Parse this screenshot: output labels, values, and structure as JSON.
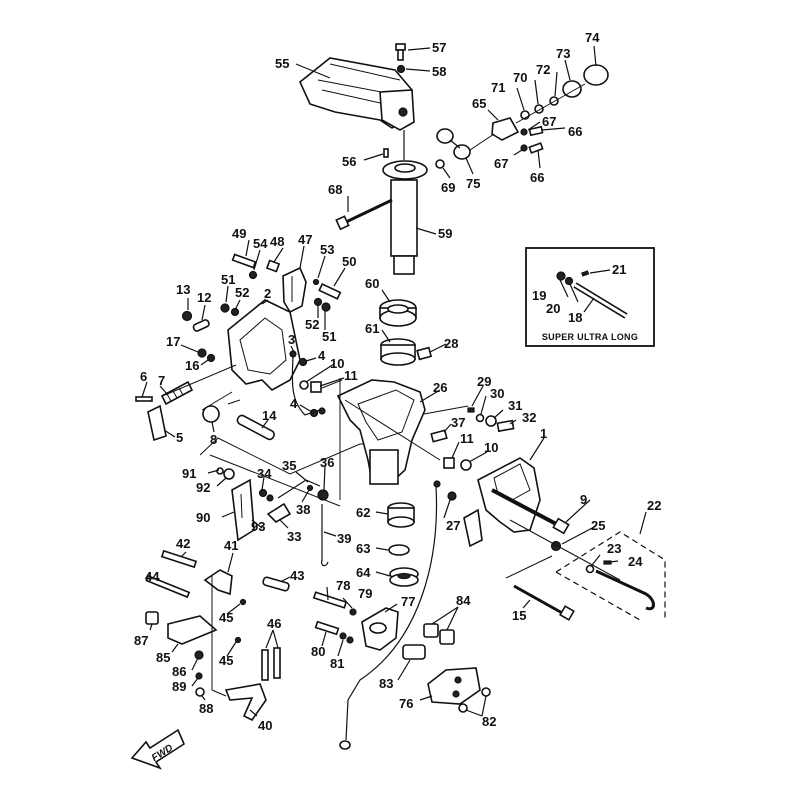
{
  "diagram": {
    "title": "Bracket assembly exploded parts diagram",
    "inset_box": {
      "caption": "SUPER ULTRA LONG",
      "parts": [
        "18",
        "19",
        "20",
        "21"
      ]
    },
    "direction_marker": {
      "text": "FWD",
      "icon": "arrow-left-icon"
    },
    "labels": {
      "p1": "1",
      "p2": "2",
      "p3": "3",
      "p4a": "4",
      "p4b": "4",
      "p5": "5",
      "p6": "6",
      "p7": "7",
      "p8": "8",
      "p9": "9",
      "p10a": "10",
      "p10b": "10",
      "p11a": "11",
      "p11b": "11",
      "p12": "12",
      "p13": "13",
      "p14": "14",
      "p15": "15",
      "p16": "16",
      "p17": "17",
      "p18": "18",
      "p19": "19",
      "p20": "20",
      "p21": "21",
      "p22": "22",
      "p23": "23",
      "p24": "24",
      "p25": "25",
      "p26": "26",
      "p27": "27",
      "p28": "28",
      "p29": "29",
      "p30": "30",
      "p31": "31",
      "p32": "32",
      "p33": "33",
      "p34": "34",
      "p35": "35",
      "p36": "36",
      "p37": "37",
      "p38": "38",
      "p39": "39",
      "p40": "40",
      "p41": "41",
      "p42": "42",
      "p43": "43",
      "p44": "44",
      "p45a": "45",
      "p45b": "45",
      "p46": "46",
      "p47": "47",
      "p48": "48",
      "p49": "49",
      "p50": "50",
      "p51a": "51",
      "p51b": "51",
      "p52a": "52",
      "p52b": "52",
      "p53": "53",
      "p54": "54",
      "p55": "55",
      "p56": "56",
      "p57": "57",
      "p58": "58",
      "p59": "59",
      "p60": "60",
      "p61": "61",
      "p62": "62",
      "p63": "63",
      "p64": "64",
      "p65": "65",
      "p66a": "66",
      "p66b": "66",
      "p67a": "67",
      "p67b": "67",
      "p68": "68",
      "p69": "69",
      "p70": "70",
      "p71": "71",
      "p72": "72",
      "p73": "73",
      "p74": "74",
      "p75": "75",
      "p76": "76",
      "p77": "77",
      "p78": "78",
      "p79": "79",
      "p80": "80",
      "p81": "81",
      "p82": "82",
      "p83": "83",
      "p84": "84",
      "p85": "85",
      "p86": "86",
      "p87": "87",
      "p88": "88",
      "p89": "89",
      "p90": "90",
      "p91": "91",
      "p92": "92",
      "p93": "93"
    }
  }
}
